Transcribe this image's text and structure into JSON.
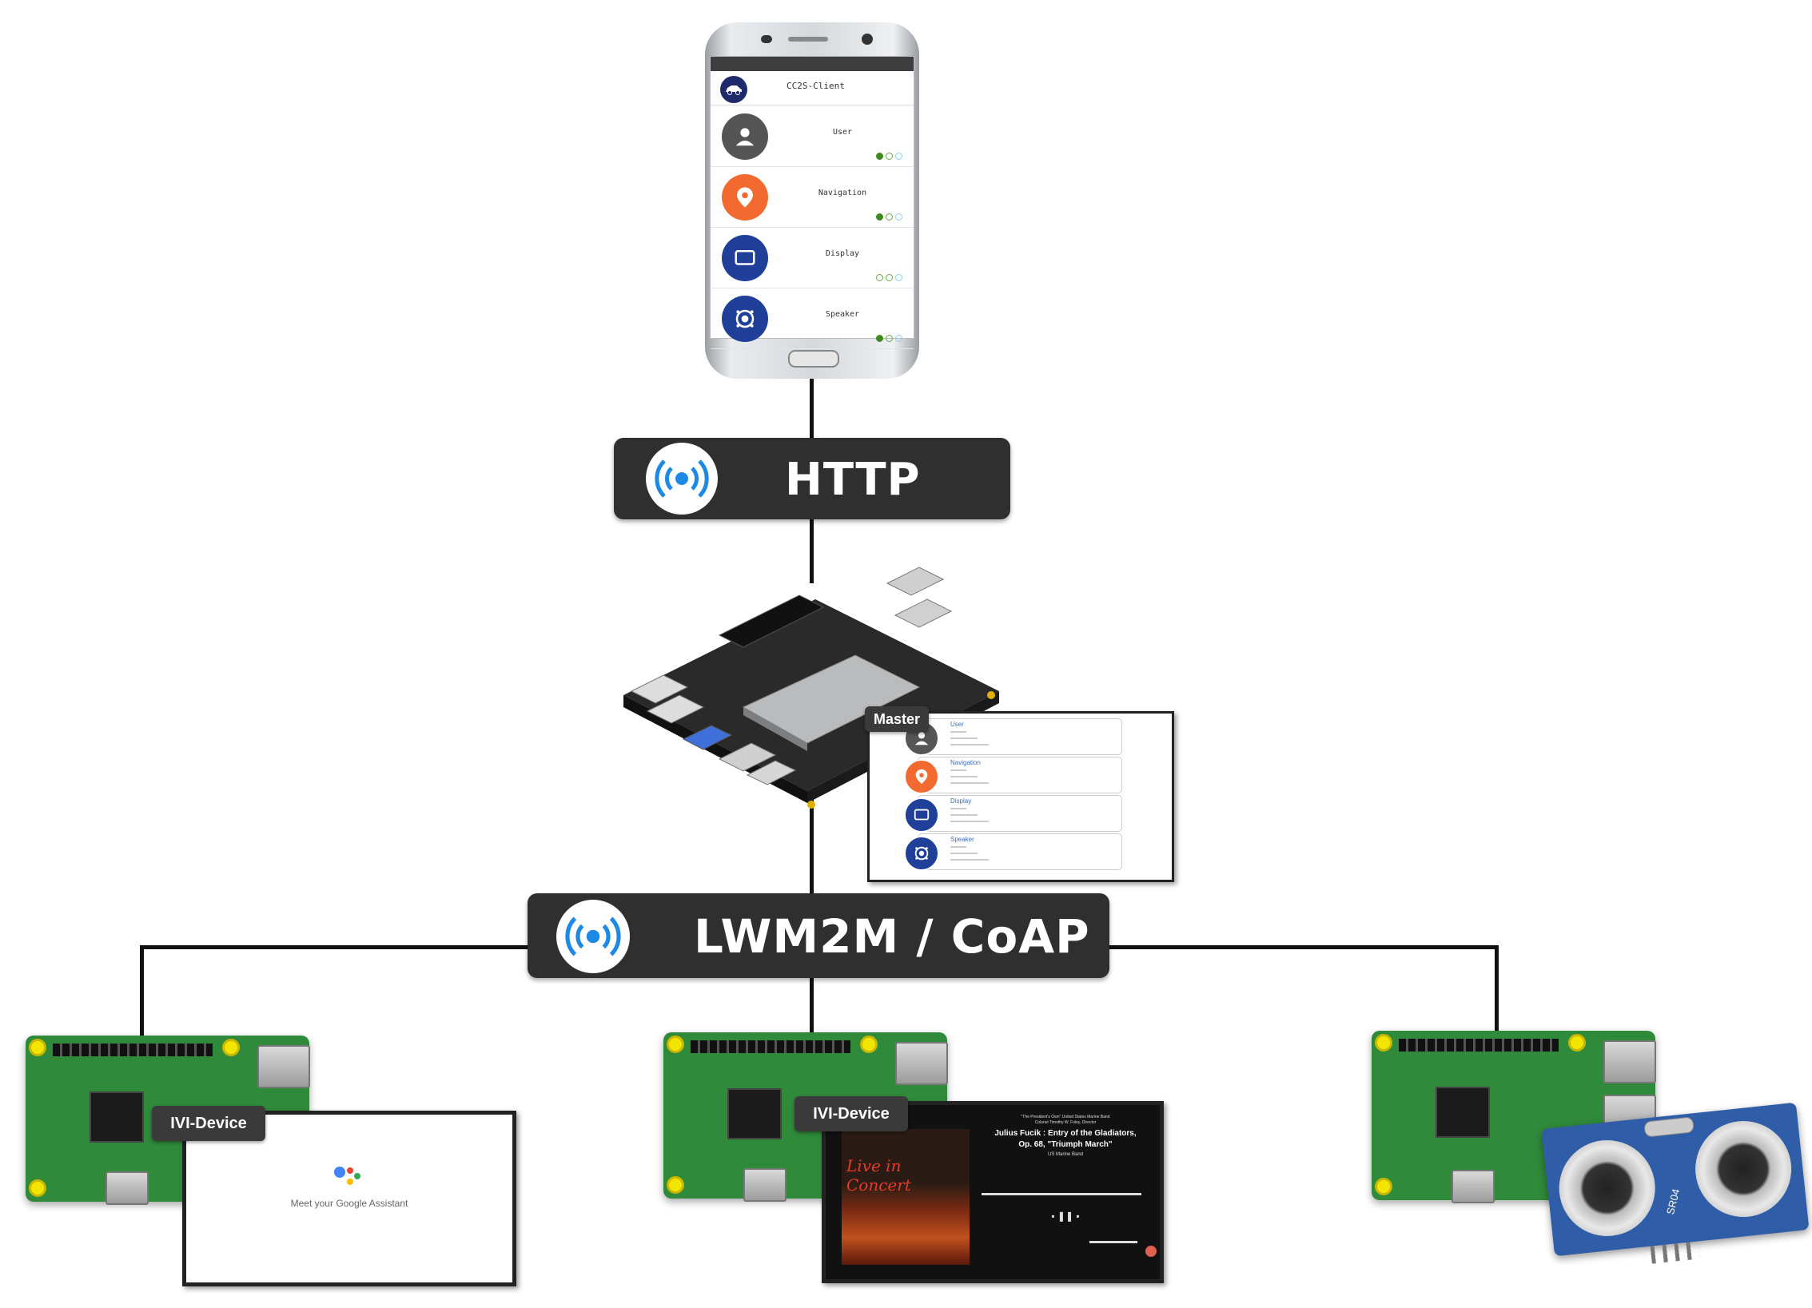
{
  "phone": {
    "app_title": "CC2S-Client",
    "rows": [
      {
        "label": "User",
        "icon": "user-icon",
        "color": "#555555",
        "dots": [
          "filled",
          "empty",
          "empty"
        ]
      },
      {
        "label": "Navigation",
        "icon": "location-pin-icon",
        "color": "#f26a30",
        "dots": [
          "filled",
          "empty",
          "empty"
        ]
      },
      {
        "label": "Display",
        "icon": "display-icon",
        "color": "#1f3f99",
        "dots": [
          "empty",
          "empty",
          "empty"
        ]
      },
      {
        "label": "Speaker",
        "icon": "speaker-icon",
        "color": "#1f3f99",
        "dots": [
          "filled",
          "empty",
          "empty"
        ]
      }
    ]
  },
  "http": {
    "label": "HTTP",
    "icon": "wireless-signal-icon"
  },
  "master": {
    "tag": "Master",
    "rows": [
      {
        "name": "User",
        "icon": "user-icon",
        "color": "#555555"
      },
      {
        "name": "Navigation",
        "icon": "location-pin-icon",
        "color": "#f26a30"
      },
      {
        "name": "Display",
        "icon": "display-icon",
        "color": "#1f3f99"
      },
      {
        "name": "Speaker",
        "icon": "speaker-icon",
        "color": "#1f3f99"
      }
    ]
  },
  "lwm2m": {
    "label": "LWM2M / CoAP",
    "icon": "wireless-signal-icon"
  },
  "ivi_left": {
    "tag": "IVI-Device",
    "screen_text": "Meet your Google Assistant",
    "assistant_colors": [
      "#4285f4",
      "#ea4335",
      "#fbbc05",
      "#34a853"
    ]
  },
  "ivi_center": {
    "tag": "IVI-Device",
    "album_title": "Live in Concert",
    "track_title": "Julius Fucik : Entry of the Gladiators,",
    "track_subtitle": "Op. 68, \"Triumph March\"",
    "artist": "US Marine Band",
    "header_line": "\"The President's Own\" United States Marine Band",
    "conductor_line": "Colonel Timothy W. Foley, Director"
  },
  "sensor": {
    "model": "SR04"
  },
  "colors": {
    "pcb": "#2f8a3a",
    "bar": "#2f2f2f",
    "signal_blue": "#1e88e5"
  }
}
